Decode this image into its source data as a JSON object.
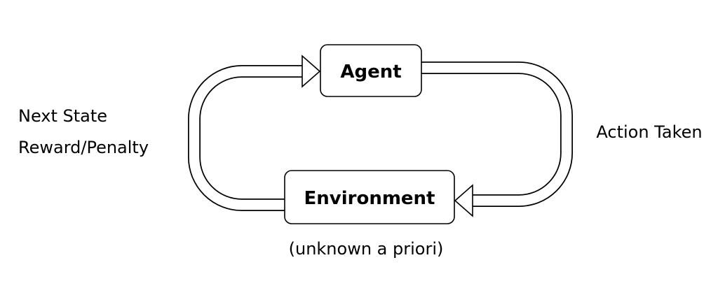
{
  "nodes": {
    "agent": {
      "label": "Agent"
    },
    "environment": {
      "label": "Environment",
      "note": "(unknown a priori)"
    }
  },
  "edges": {
    "action": {
      "label": "Action Taken",
      "from": "agent",
      "to": "environment"
    },
    "feedback": {
      "label_line1": "Next State",
      "label_line2": "Reward/Penalty",
      "from": "environment",
      "to": "agent"
    }
  },
  "colors": {
    "stroke": "#000000",
    "fill": "#ffffff"
  }
}
